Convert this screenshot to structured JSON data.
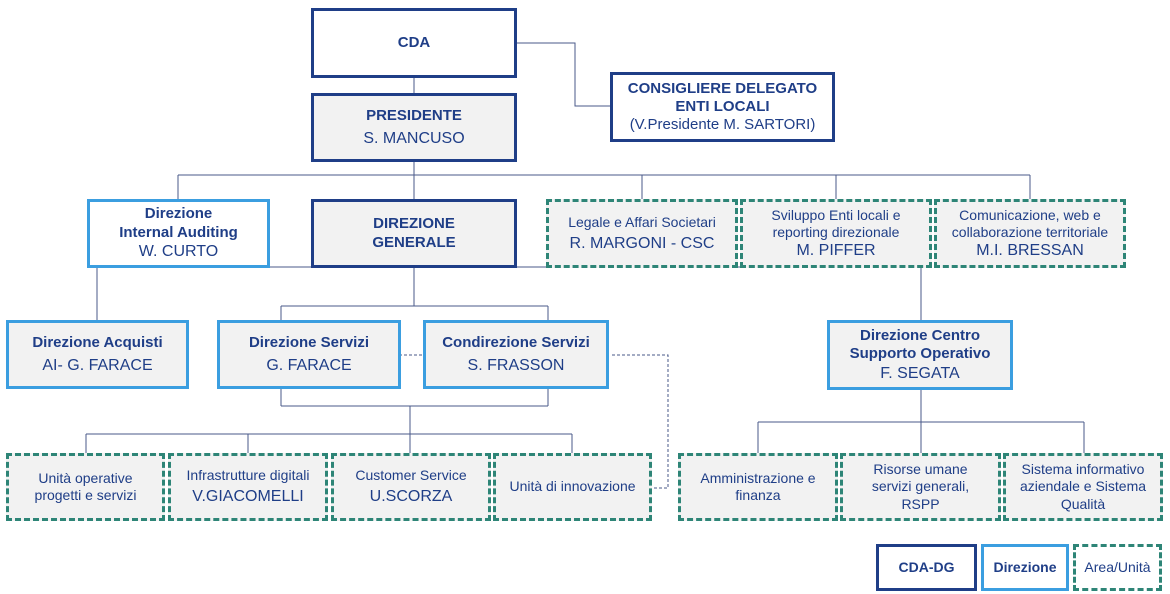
{
  "nodes": {
    "cda": {
      "title": "CDA"
    },
    "consigliere": {
      "line1": "CONSIGLIERE DELEGATO",
      "line2": "ENTI LOCALI",
      "line3": "(V.Presidente  M. SARTORI)"
    },
    "presidente": {
      "title": "PRESIDENTE",
      "name": "S. MANCUSO"
    },
    "internal_auditing": {
      "line1": "Direzione",
      "line2": "Internal Auditing",
      "name": "W. CURTO"
    },
    "direzione_generale": {
      "line1": "DIREZIONE",
      "line2": "GENERALE"
    },
    "legale": {
      "title": "Legale e Affari Societari",
      "name": "R. MARGONI - CSC"
    },
    "sviluppo": {
      "line1": "Sviluppo Enti locali e",
      "line2": "reporting direzionale",
      "name": "M. PIFFER"
    },
    "comunicazione": {
      "line1": "Comunicazione, web e",
      "line2": "collaborazione territoriale",
      "name": "M.I. BRESSAN"
    },
    "acquisti": {
      "title": "Direzione Acquisti",
      "name": "AI- G. FARACE"
    },
    "servizi": {
      "title": "Direzione Servizi",
      "name": "G. FARACE"
    },
    "condirezione": {
      "title": "Condirezione Servizi",
      "name": "S. FRASSON"
    },
    "centro_supporto": {
      "line1": "Direzione Centro",
      "line2": "Supporto Operativo",
      "name": "F. SEGATA"
    },
    "unita_operative": {
      "line1": "Unità operative",
      "line2": "progetti e servizi"
    },
    "infrastrutture": {
      "title": "Infrastrutture digitali",
      "name": "V.GIACOMELLI"
    },
    "customer": {
      "title": "Customer Service",
      "name": "U.SCORZA"
    },
    "innovazione": {
      "title": "Unità di innovazione"
    },
    "amministrazione": {
      "line1": "Amministrazione e",
      "line2": "finanza"
    },
    "risorse": {
      "line1": "Risorse umane",
      "line2": "servizi generali,",
      "line3": "RSPP"
    },
    "sistema": {
      "line1": "Sistema informativo",
      "line2": "aziendale e Sistema",
      "line3": "Qualità"
    }
  },
  "legend": {
    "cda_dg": "CDA-DG",
    "direzione": "Direzione",
    "area": "Area/Unità"
  },
  "colors": {
    "dark_blue": "#1f3e87",
    "light_blue": "#3b9ee0",
    "teal_dashed": "#2e8577",
    "line": "#4a5a8a",
    "fill": "#f2f2f2"
  }
}
